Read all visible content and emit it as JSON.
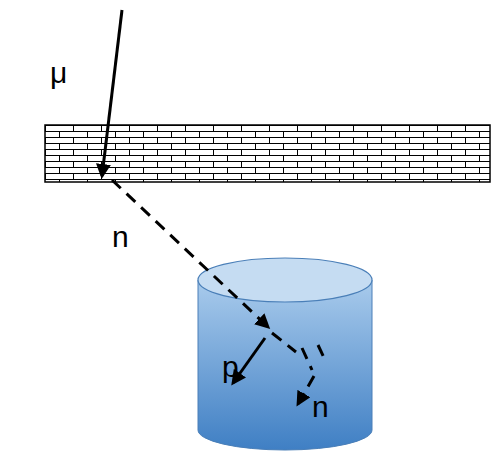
{
  "diagram": {
    "labels": [
      "μ",
      "n",
      "p",
      "n"
    ]
  }
}
